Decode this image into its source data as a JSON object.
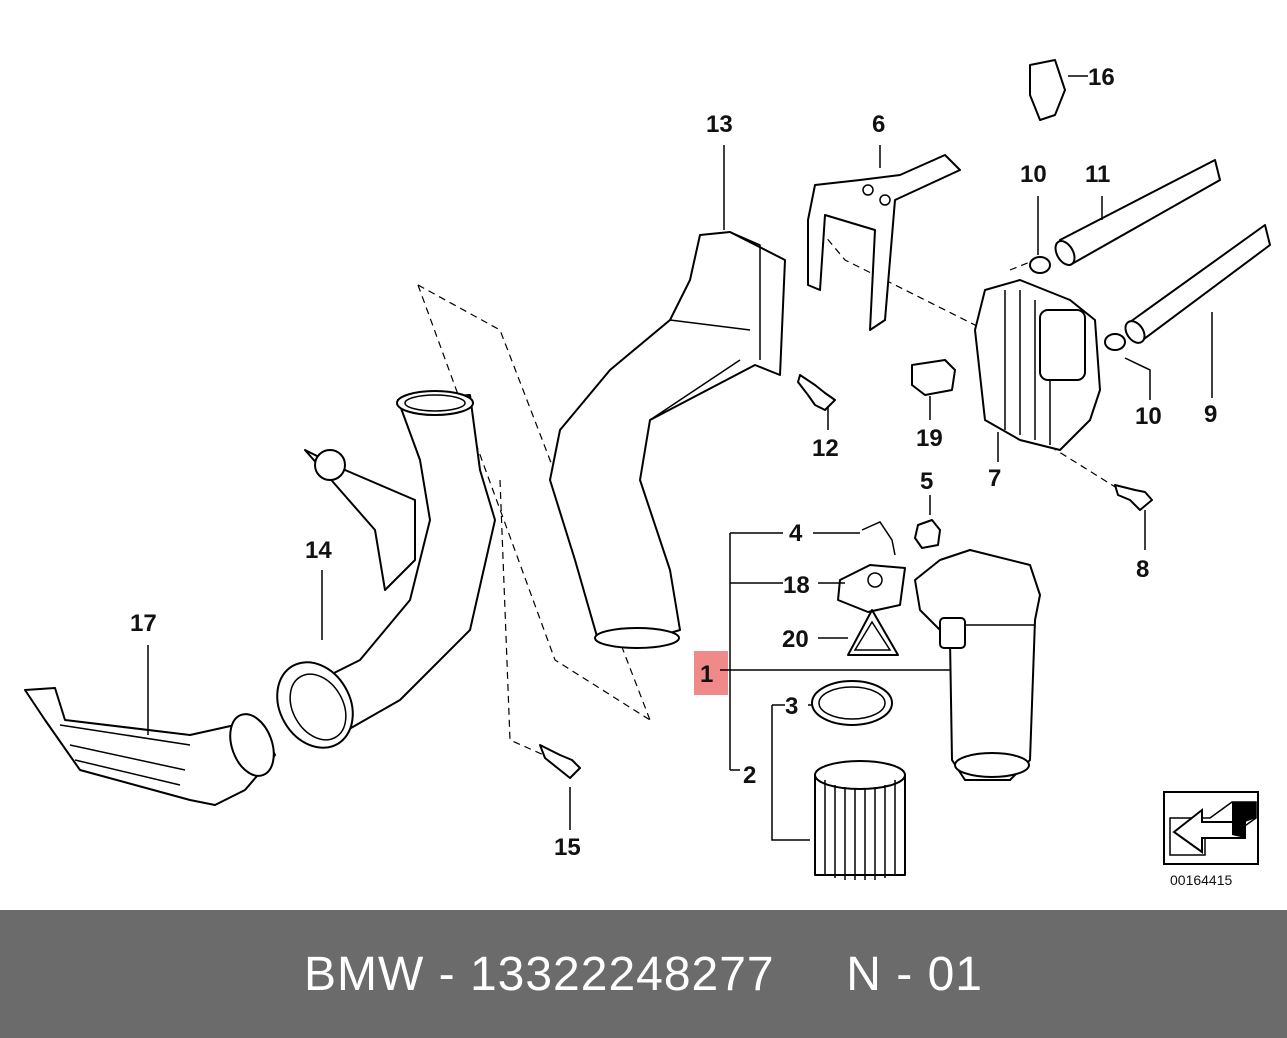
{
  "diagram": {
    "callouts": [
      "1",
      "2",
      "3",
      "4",
      "5",
      "6",
      "7",
      "8",
      "9",
      "10",
      "10",
      "11",
      "12",
      "13",
      "14",
      "15",
      "16",
      "17",
      "18",
      "19",
      "20"
    ],
    "highlighted_callout": "1",
    "catalog_number": "00164415"
  },
  "footer": {
    "brand": "BMW",
    "part_number": "13322248277",
    "text": "BMW - 13322248277     N - 01"
  },
  "colors": {
    "footer_bg": "#6b6b6b",
    "highlight": "#f08a8a"
  }
}
